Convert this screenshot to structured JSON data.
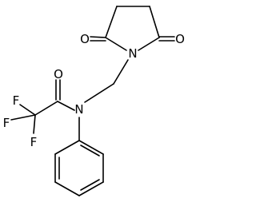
{
  "molecule": {
    "labels": {
      "n_ring": "N",
      "n_amide": "N",
      "o_top_left": "O",
      "o_top_right": "O",
      "o_amide": "O",
      "f_top": "F",
      "f_left": "F",
      "f_bottom": "F"
    },
    "colors": {
      "bond": "#000000",
      "text": "#000000",
      "background": "#ffffff"
    }
  }
}
